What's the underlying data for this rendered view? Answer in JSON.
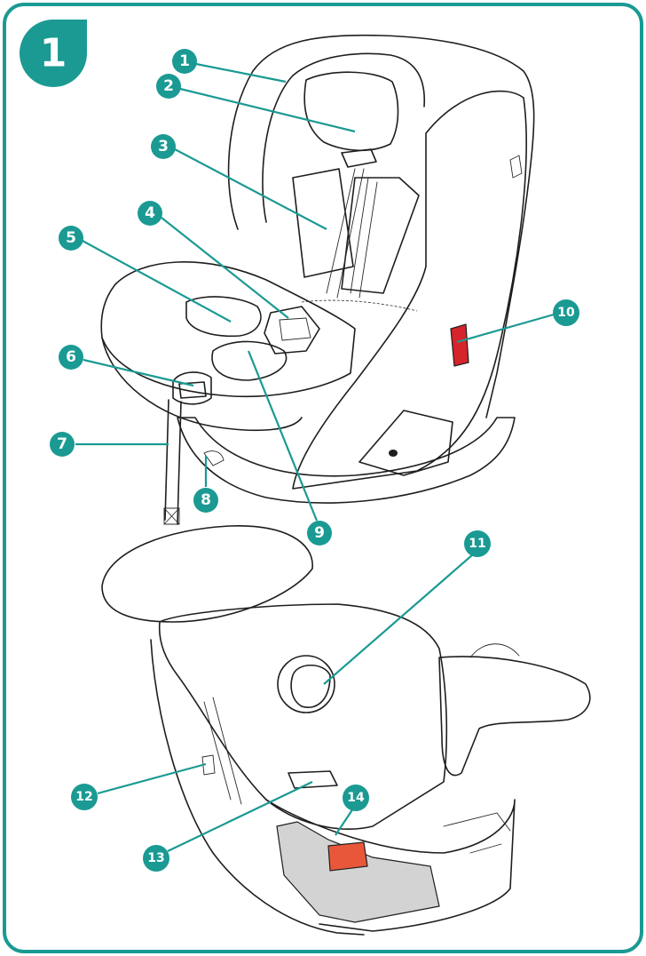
{
  "figure": {
    "step_label": "1",
    "accent_color": "#1a9a93",
    "highlight_red": "#d6242b",
    "highlight_orange": "#e9573a",
    "base_grey": "#d3d3d3"
  },
  "callouts": [
    {
      "label": "1"
    },
    {
      "label": "2"
    },
    {
      "label": "3"
    },
    {
      "label": "4"
    },
    {
      "label": "5"
    },
    {
      "label": "6"
    },
    {
      "label": "7"
    },
    {
      "label": "8"
    },
    {
      "label": "9"
    },
    {
      "label": "10"
    },
    {
      "label": "11"
    },
    {
      "label": "12"
    },
    {
      "label": "13"
    },
    {
      "label": "14"
    }
  ]
}
